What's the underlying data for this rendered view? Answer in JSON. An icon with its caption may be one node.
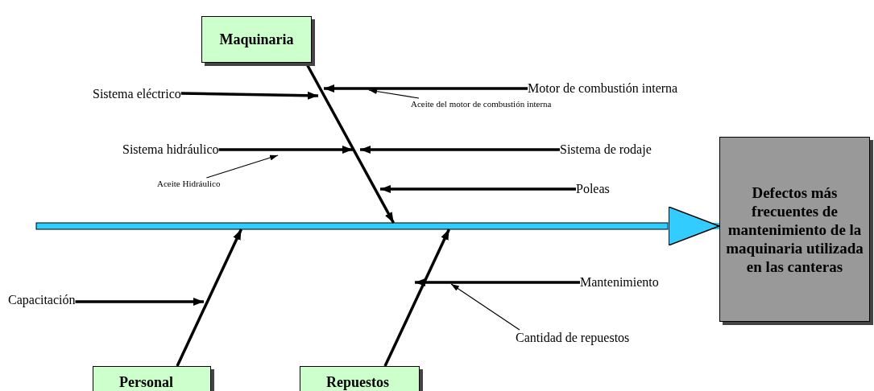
{
  "diagram": {
    "nodes": [
      {
        "text": [
          "Maquinaria"
        ]
      },
      {
        "text": [
          "Motor de combustión interna"
        ]
      },
      {
        "text": [
          "Sistema eléctrico"
        ]
      },
      {
        "text": [
          "Aceite del motor de combustión interna"
        ]
      },
      {
        "text": [
          "Sistema hidráulico"
        ]
      },
      {
        "text": [
          "Sistema de rodaje"
        ]
      },
      {
        "text": [
          "Aceite Hidráulico"
        ]
      },
      {
        "text": [
          "Poleas"
        ]
      },
      {
        "text": [
          "Defectos más frecuentes de mantenimiento de la maquinaria utilizada en las canteras"
        ]
      },
      {
        "text": [],
        "shape": "bar"
      },
      {
        "text": [
          "Mantenimiento"
        ]
      },
      {
        "text": [
          "Capacitación"
        ]
      },
      {
        "text": [
          "Cantidad de repuestos"
        ]
      },
      {
        "text": [
          "Personal"
        ]
      },
      {
        "text": [
          "Repuestos"
        ]
      }
    ],
    "edges": [
      {
        "from": 0,
        "to": 9,
        "arrow": "to"
      },
      {
        "from": 1,
        "to": null,
        "arrow": "to"
      },
      {
        "from": 3,
        "to": null,
        "arrow": "to"
      },
      {
        "from": 2,
        "to": null,
        "arrow": "to"
      },
      {
        "from": 4,
        "to": null,
        "arrow": "to"
      },
      {
        "from": 5,
        "to": null,
        "arrow": "to"
      },
      {
        "from": 6,
        "to": null,
        "arrow": "to"
      },
      {
        "from": 7,
        "to": null,
        "arrow": "to"
      },
      {
        "from": 9,
        "to": 8,
        "arrow": "to",
        "style": "thick",
        "color": "#33ccff"
      },
      {
        "from": 13,
        "to": 9,
        "arrow": "to"
      },
      {
        "from": 11,
        "to": null,
        "arrow": "to"
      },
      {
        "from": 14,
        "to": 9,
        "arrow": "to"
      },
      {
        "from": 10,
        "to": null,
        "arrow": "to"
      },
      {
        "from": 12,
        "to": null,
        "arrow": "to"
      }
    ]
  }
}
